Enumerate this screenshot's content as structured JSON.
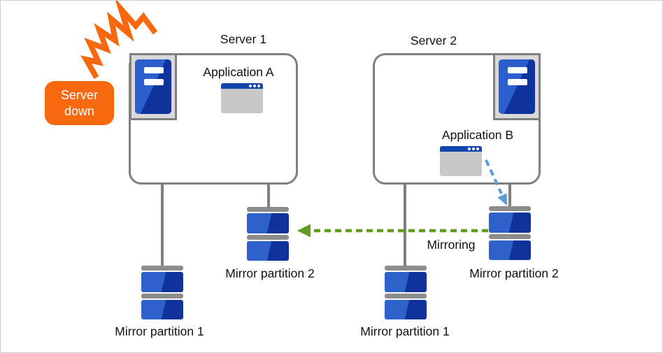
{
  "servers": [
    {
      "title": "Server 1",
      "app": "Application A",
      "partitions": [
        "Mirror partition 1",
        "Mirror partition 2"
      ]
    },
    {
      "title": "Server 2",
      "app": "Application B",
      "partitions": [
        "Mirror partition 1",
        "Mirror partition 2"
      ]
    }
  ],
  "callout": {
    "line1": "Server",
    "line2": "down"
  },
  "arrows": {
    "mirroring_label": "Mirroring"
  },
  "colors": {
    "alert_orange": "#f8690f",
    "disk_blue_light": "#2e62ca",
    "disk_blue_dark": "#10339b",
    "frame_gray": "#7f7f7f",
    "icon_bg_gray": "#d9d9d9",
    "mirroring_green": "#5f9c20",
    "write_arrow_blue": "#5b9bd5",
    "app_titlebar_blue": "#1246ac",
    "app_body_gray": "#c8c8c8"
  }
}
